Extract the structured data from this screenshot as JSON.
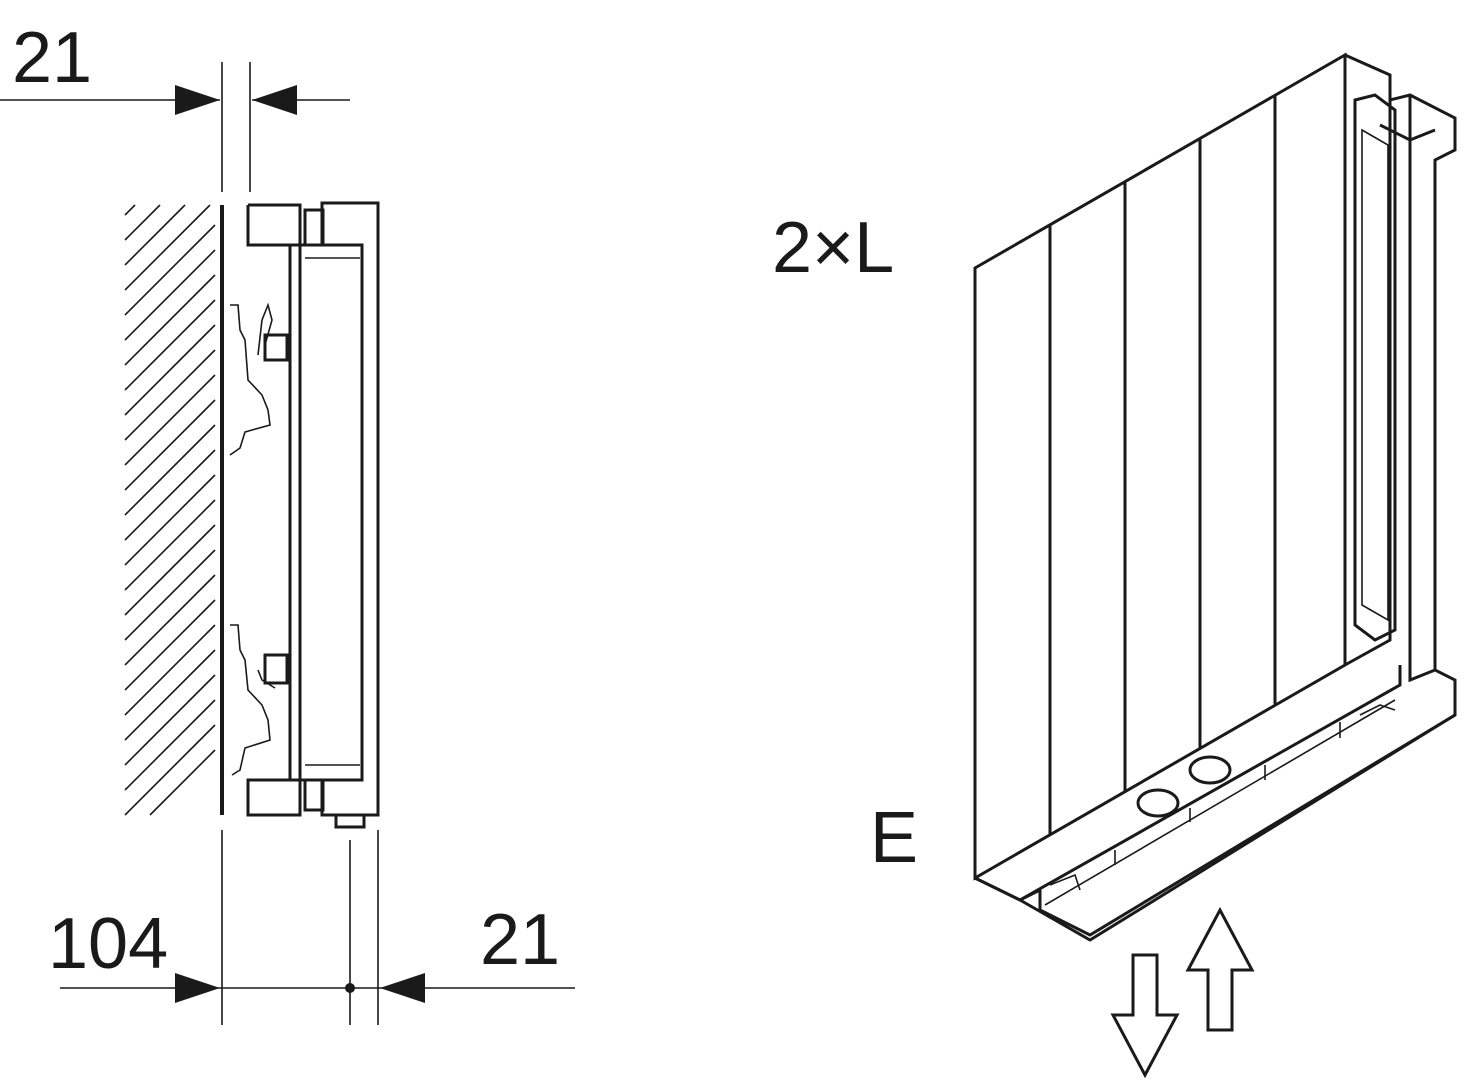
{
  "dimensions": {
    "top_gap": "21",
    "depth": "104",
    "pipe_offset": "21"
  },
  "labels": {
    "multiplier": "2×L",
    "connection": "E"
  },
  "icons": [
    "flow-down-arrow-icon",
    "flow-up-arrow-icon"
  ]
}
